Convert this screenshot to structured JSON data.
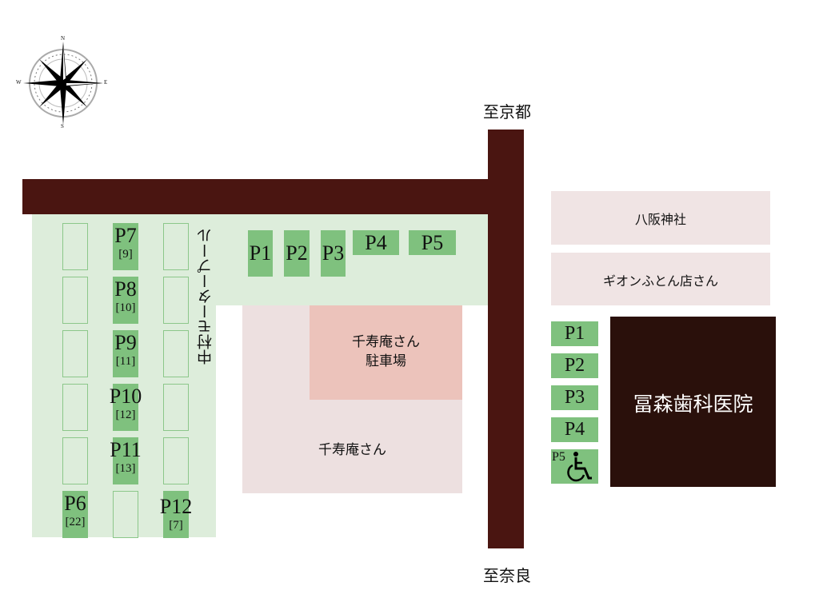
{
  "compass": {
    "n": "N",
    "s": "S",
    "e": "E",
    "w": "W"
  },
  "directions": {
    "north": "至京都",
    "south": "至奈良"
  },
  "lot_name": "中村モータープール",
  "left_lot": {
    "spaces": [
      {
        "label": "P7",
        "count": "[9]"
      },
      {
        "label": "P8",
        "count": "[10]"
      },
      {
        "label": "P9",
        "count": "[11]"
      },
      {
        "label": "P10",
        "count": "[12]"
      },
      {
        "label": "P11",
        "count": "[13]"
      },
      {
        "label": "P6",
        "count": "[22]"
      },
      {
        "label": "P12",
        "count": "[7]"
      }
    ],
    "top_spaces": [
      "P1",
      "P2",
      "P3",
      "P4",
      "P5"
    ]
  },
  "buildings": {
    "senjuan_parking": "千寿庵さん\n駐車場",
    "senjuan": "千寿庵さん",
    "yasaka": "八阪神社",
    "gion": "ギオンふとん店さん",
    "dental": "冨森歯科医院"
  },
  "right_spaces": [
    "P1",
    "P2",
    "P3",
    "P4",
    "P5"
  ],
  "colors": {
    "road": "#4a1511",
    "lot": "#ddeddb",
    "space": "#7fc17e",
    "dental": "#2a100b"
  }
}
